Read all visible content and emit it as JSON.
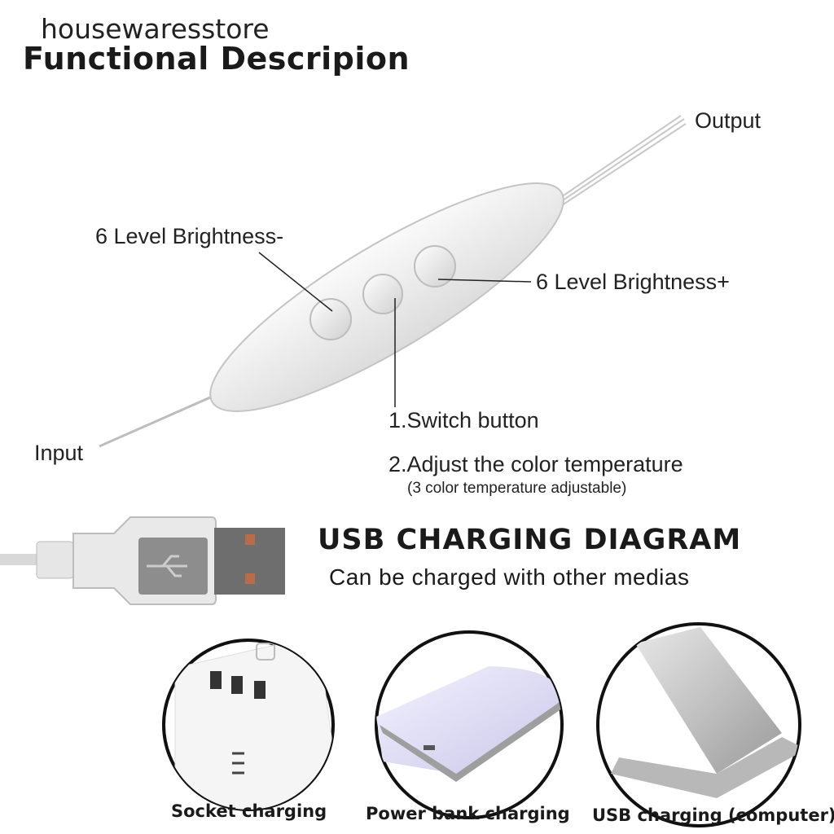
{
  "watermark": "housewaresstore",
  "title": "Functional Descripion",
  "controller": {
    "output_label": "Output",
    "input_label": "Input",
    "brightness_minus_label": "6 Level Brightness-",
    "brightness_plus_label": "6 Level Brightness+",
    "switch_label": "1.Switch button",
    "color_temp_label": "2.Adjust the color temperature",
    "color_temp_note": "(3 color temperature adjustable)"
  },
  "usb": {
    "title": "USB CHARGING DIAGRAM",
    "subtitle": "Can be charged with other medias",
    "options": [
      {
        "label": "Socket charging",
        "icon": "power-socket-icon"
      },
      {
        "label": "Power bank charging",
        "icon": "power-bank-icon"
      },
      {
        "label": "USB charging (computer)",
        "icon": "laptop-icon"
      }
    ]
  }
}
